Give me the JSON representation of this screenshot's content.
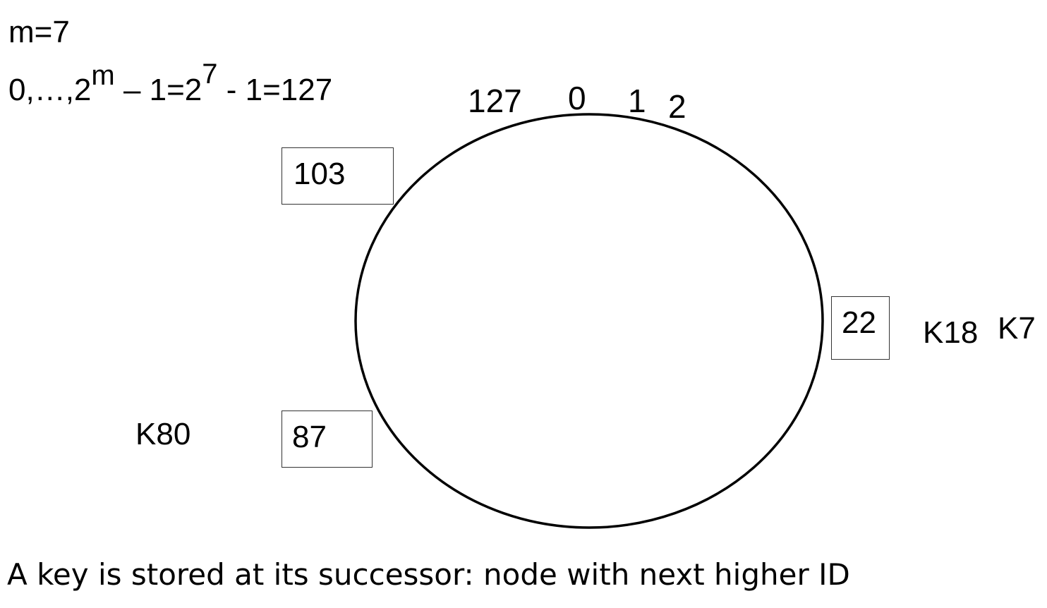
{
  "header": {
    "m_line": "m=7",
    "range_line": {
      "prefix": "0,…,2",
      "exp1": "m",
      "middle": " – 1=2",
      "exp2": "7",
      "suffix": " - 1=127"
    }
  },
  "ring": {
    "id_labels": [
      "127",
      "0",
      "1",
      "2"
    ]
  },
  "nodes": [
    {
      "id": "103"
    },
    {
      "id": "22"
    },
    {
      "id": "87"
    }
  ],
  "keys": [
    "K18",
    "K7",
    "K80"
  ],
  "caption": "A key is stored at its successor: node with next higher ID"
}
